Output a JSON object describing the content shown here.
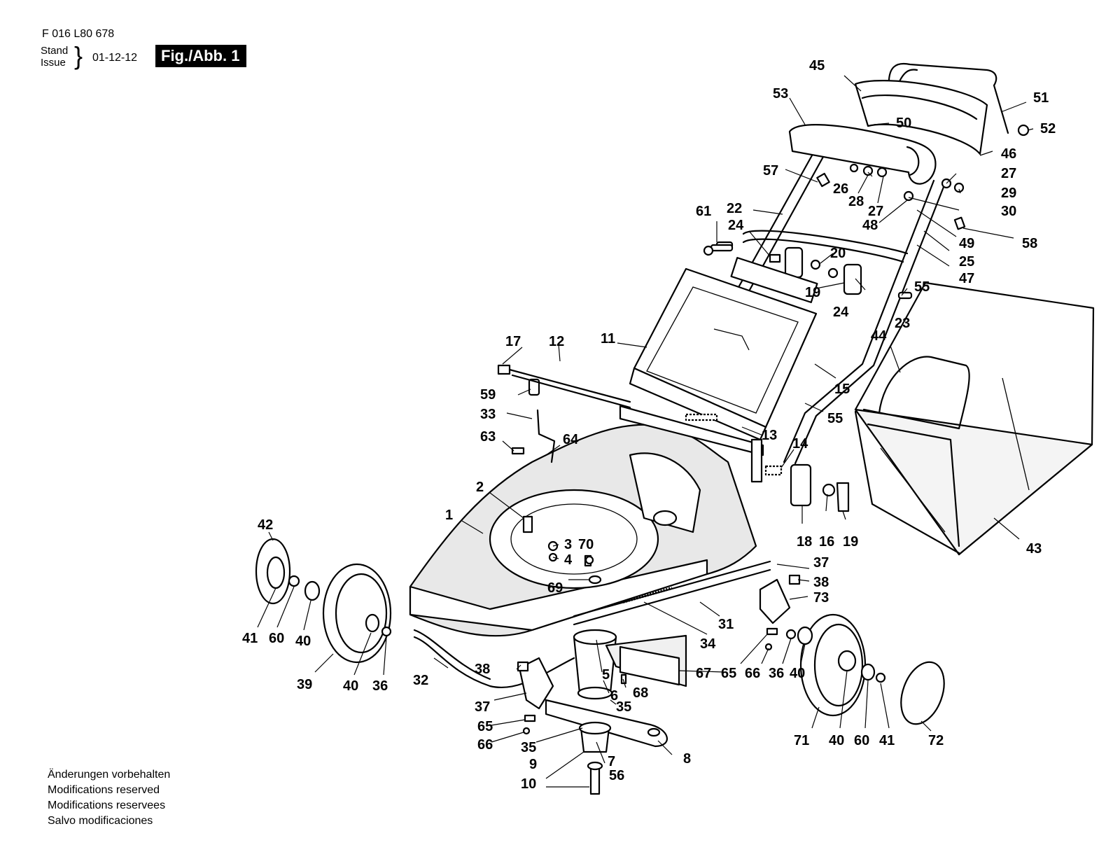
{
  "header": {
    "code": "F 016 L80 678",
    "stand": "Stand",
    "issue": "Issue",
    "date": "01-12-12",
    "figure": "Fig./Abb. 1"
  },
  "notes": [
    "Änderungen vorbehalten",
    "Modifications reserved",
    "Modifications reservees",
    "Salvo modificaciones"
  ],
  "labels": {
    "p1": "1",
    "p2": "2",
    "p3": "3",
    "p70": "70",
    "p4": "4",
    "p5": "5",
    "p6": "6",
    "p7": "7",
    "p8": "8",
    "p9": "9",
    "p10": "10",
    "p11": "11",
    "p12": "12",
    "p13": "13",
    "p14": "14",
    "p15": "15",
    "p16": "16",
    "p17": "17",
    "p18": "18",
    "p19a": "19",
    "p19b": "19",
    "p20": "20",
    "p22": "22",
    "p23": "23",
    "p24a": "24",
    "p24b": "24",
    "p25": "25",
    "p26": "26",
    "p27a": "27",
    "p27b": "27",
    "p28": "28",
    "p29": "29",
    "p30": "30",
    "p31": "31",
    "p32": "32",
    "p33": "33",
    "p34": "34",
    "p35a": "35",
    "p35b": "35",
    "p36a": "36",
    "p36b": "36",
    "p37a": "37",
    "p37b": "37",
    "p38a": "38",
    "p38b": "38",
    "p39": "39",
    "p40a": "40",
    "p40b": "40",
    "p40c": "40",
    "p40d": "40",
    "p41a": "41",
    "p41b": "41",
    "p42": "42",
    "p43": "43",
    "p44": "44",
    "p45": "45",
    "p46": "46",
    "p47": "47",
    "p48": "48",
    "p49": "49",
    "p50": "50",
    "p51": "51",
    "p52": "52",
    "p53": "53",
    "p55a": "55",
    "p55b": "55",
    "p56": "56",
    "p57": "57",
    "p58": "58",
    "p59": "59",
    "p60a": "60",
    "p60b": "60",
    "p61": "61",
    "p63": "63",
    "p64": "64",
    "p65a": "65",
    "p65b": "65",
    "p66a": "66",
    "p66b": "66",
    "p67": "67",
    "p68": "68",
    "p69": "69",
    "p71": "71",
    "p72": "72",
    "p73": "73"
  }
}
